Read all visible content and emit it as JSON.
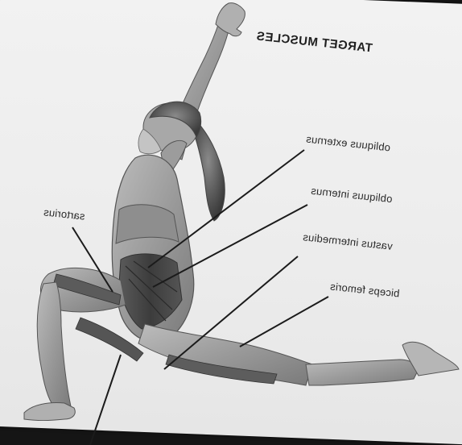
{
  "title": "TARGET MUSCLES",
  "labels": {
    "obliquus_externus": "obliquus externus",
    "obliquus_internus": "obliquus internus",
    "vastus_intermedius": "vastus intermedius",
    "biceps_femoris": "biceps femoris",
    "sartorius": "sartorius"
  }
}
